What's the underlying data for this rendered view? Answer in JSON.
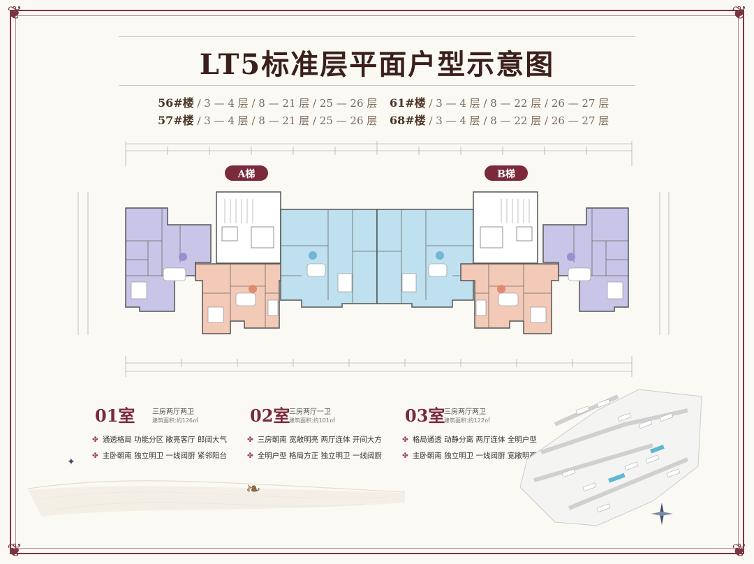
{
  "title": "LT5标准层平面户型示意图",
  "buildings": [
    {
      "name": "56#楼",
      "floors": "/ 3 — 4 层 / 8 — 21 层 / 25 — 26 层"
    },
    {
      "name": "57#楼",
      "floors": "/ 3 — 4 层 / 8 — 21 层 / 25 — 26 层"
    },
    {
      "name": "61#楼",
      "floors": "/ 3 — 4 层 / 8 — 22 层 / 26 — 27 层"
    },
    {
      "name": "68#楼",
      "floors": "/ 3 — 4 层 / 8 — 22 层 / 26 — 27 层"
    }
  ],
  "stairs": {
    "a": "A梯",
    "b": "B梯"
  },
  "units": [
    {
      "code": "01室",
      "layout": "三房两厅两卫",
      "area": "建筑面积:约126㎡",
      "features": [
        "通透格局 功能分区 敞亮客厅 郎阔大气",
        "主卧朝南 独立明卫 一线阔厨 紧邻阳台"
      ]
    },
    {
      "code": "02室",
      "layout": "三房两厅一卫",
      "area": "建筑面积:约101㎡",
      "features": [
        "三房朝南 宽敞明亮 两厅连体 开间大方",
        "全明户型 格局方正 独立明卫 一线阔厨"
      ]
    },
    {
      "code": "03室",
      "layout": "三房两厅两卫",
      "area": "建筑面积:约122㎡",
      "features": [
        "格局通透 动静分离 两厅连体 全明户型",
        "主卧朝南 独立明卫 一线阔厨 宽敞明亮"
      ]
    }
  ],
  "colors": {
    "unit01": "#c9c5e8",
    "unit02": "#f3c9b8",
    "unit03": "#bfe0ee",
    "core": "#ffffff",
    "accent": "#7a2a3a"
  },
  "icons": {
    "bird": "bird-icon",
    "compass": "compass-icon",
    "deer": "deer-icon"
  }
}
